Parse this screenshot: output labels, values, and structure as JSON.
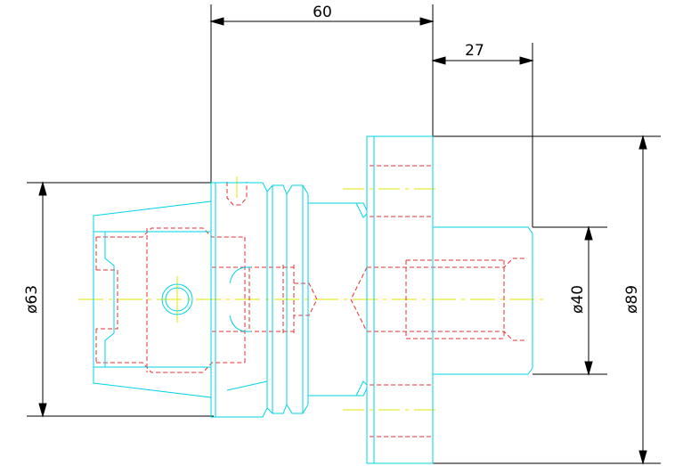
{
  "colors": {
    "outline": "#00d4e6",
    "hidden": "#e63030",
    "center": "#e6e600",
    "dimension": "#000000"
  },
  "dimensions": {
    "length_60": "60",
    "length_27": "27",
    "dia_63": "ø63",
    "dia_40": "ø40",
    "dia_89": "ø89"
  }
}
